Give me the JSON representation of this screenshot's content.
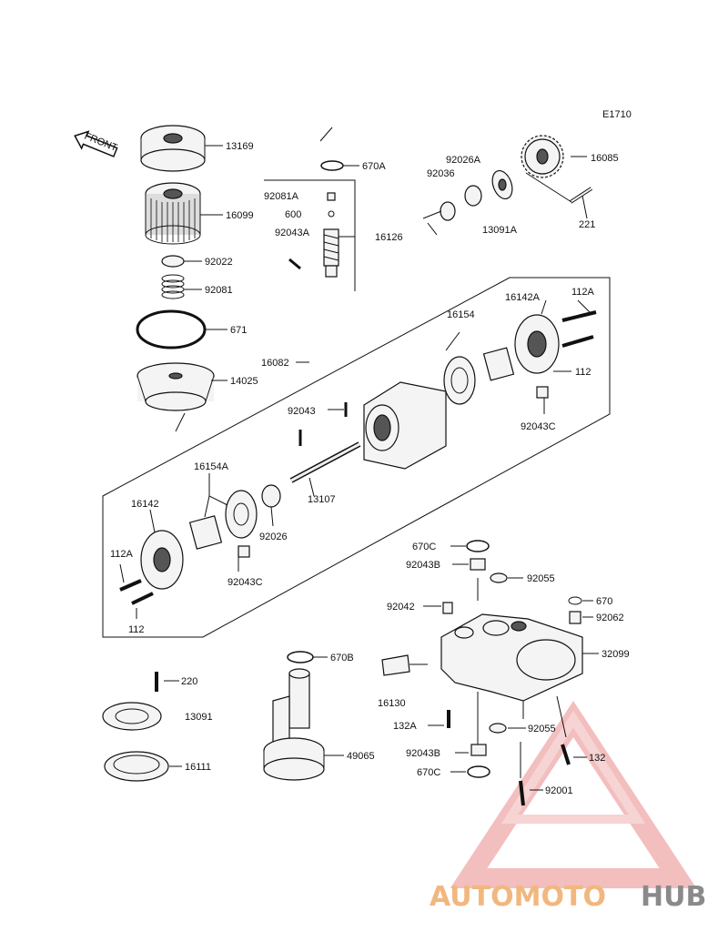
{
  "diagram": {
    "code": "E1710",
    "front_label": "FRONT",
    "parts": [
      "13169",
      "16099",
      "92022",
      "92081",
      "671",
      "14025",
      "670A",
      "92081A",
      "600",
      "92043A",
      "16126",
      "92036",
      "92026A",
      "13091A",
      "16085",
      "221",
      "16082",
      "16142A",
      "112A",
      "16154",
      "112",
      "92043C",
      "92043",
      "13107",
      "16154A",
      "92026",
      "16142",
      "112A",
      "92043C",
      "112",
      "670C",
      "92043B",
      "92055",
      "92042",
      "670",
      "92062",
      "32099",
      "16130",
      "132A",
      "92055",
      "132",
      "92043B",
      "670C",
      "92001",
      "670B",
      "49065",
      "220",
      "13091",
      "16111"
    ]
  },
  "watermark": {
    "part1": "AUTOMOTO",
    "part2": "HUB",
    "color_light": "#f3c9a0",
    "color_red": "#e06a6a",
    "color_gray": "#8a8a8a"
  }
}
